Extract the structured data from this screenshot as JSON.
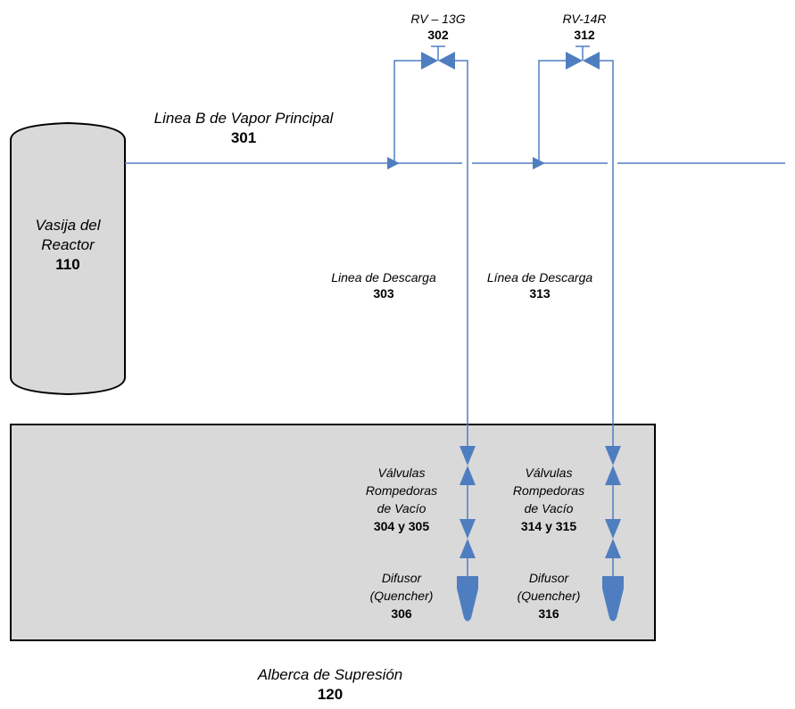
{
  "reactor": {
    "name_line1": "Vasija del",
    "name_line2": "Reactor",
    "number": "110"
  },
  "steam_line": {
    "name": "Linea B de Vapor Principal",
    "number": "301"
  },
  "valve_a": {
    "name": "RV – 13G",
    "number": "302"
  },
  "valve_b": {
    "name": "RV-14R",
    "number": "312"
  },
  "discharge_a": {
    "name": "Linea de Descarga",
    "number": "303"
  },
  "discharge_b": {
    "name": "Línea de Descarga",
    "number": "313"
  },
  "vacuum_a": {
    "line1": "Válvulas",
    "line2": "Rompedoras",
    "line3": "de Vacío",
    "number": "304 y 305"
  },
  "vacuum_b": {
    "line1": "Válvulas",
    "line2": "Rompedoras",
    "line3": "de Vacío",
    "number": "314 y 315"
  },
  "quencher_a": {
    "line1": "Difusor",
    "line2": "(Quencher)",
    "number": "306"
  },
  "quencher_b": {
    "line1": "Difusor",
    "line2": "(Quencher)",
    "number": "316"
  },
  "pool": {
    "name": "Alberca de Supresión",
    "number": "120"
  },
  "colors": {
    "pipe": "#4f7ec0",
    "valve": "#4f7ec0",
    "vessel_fill": "#d9d9d9",
    "outline": "#000000"
  }
}
